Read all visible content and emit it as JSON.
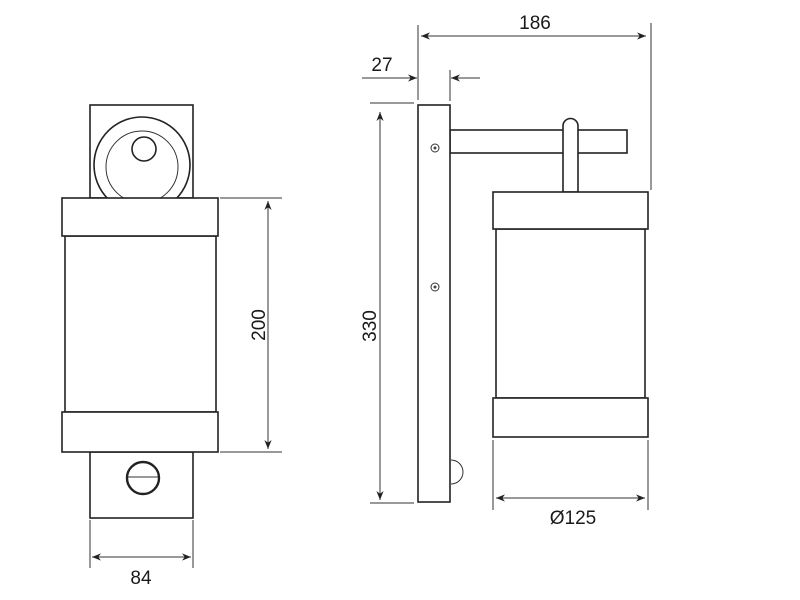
{
  "drawing": {
    "dimensions": {
      "front_height": "200",
      "front_width": "84",
      "side_height": "330",
      "side_depth": "186",
      "plate_depth": "27",
      "diameter": "Ø125"
    },
    "colors": {
      "line": "#222222",
      "background": "#ffffff"
    }
  }
}
